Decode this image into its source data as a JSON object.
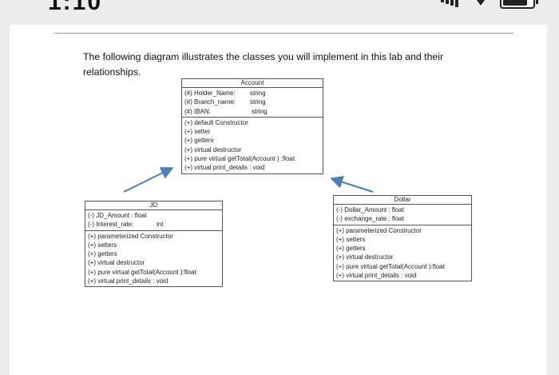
{
  "status": {
    "time": "1:10"
  },
  "intro": "The following diagram illustrates the classes you will implement in this lab and their relationships.",
  "classes": {
    "account": {
      "name": "Account",
      "attributes": [
        {
          "name": "(#) Holder_Name:",
          "type": "string"
        },
        {
          "name": "(#) Branch_name:",
          "type": "string"
        },
        {
          "name": "(#) IBAN:",
          "type": "string"
        }
      ],
      "methods": [
        "(+) default Constructor",
        "(+) setter",
        "(+) getters",
        "(+) virtual destructor",
        "(+) pure virtual getTotal(Account ) :float",
        "(+) virtual print_details   : void"
      ]
    },
    "jd": {
      "name": "JD",
      "attributes": [
        {
          "name": "(-) JD_Amount : float",
          "type": ""
        },
        {
          "name": "(-) Interest_rate:",
          "type": "int"
        }
      ],
      "methods": [
        "(+) parameterized Constructor",
        "(+) setters",
        "(+) getters",
        "(+) virtual destructor",
        "(+) pure virtual getTotal(Account ):float",
        "(+) virtual print_details   : void"
      ]
    },
    "dollar": {
      "name": "Dollar",
      "attributes": [
        {
          "name": "(-) Dollar_Amount : float",
          "type": ""
        },
        {
          "name": "(-) exchange_rate : float",
          "type": ""
        }
      ],
      "methods": [
        "(+) parameterized Constructor",
        "(+) setters",
        "(+) getters",
        "(+) virtual destructor",
        "(+) pure virtual getTotal(Account ):float",
        "(+) virtual print_details   : void"
      ]
    }
  },
  "colors": {
    "arrow": "#4a7fb5",
    "border": "#555555",
    "page": "#ffffff",
    "background": "#ececec"
  },
  "icons": [
    "signal-icon",
    "wifi-icon",
    "battery-icon"
  ]
}
